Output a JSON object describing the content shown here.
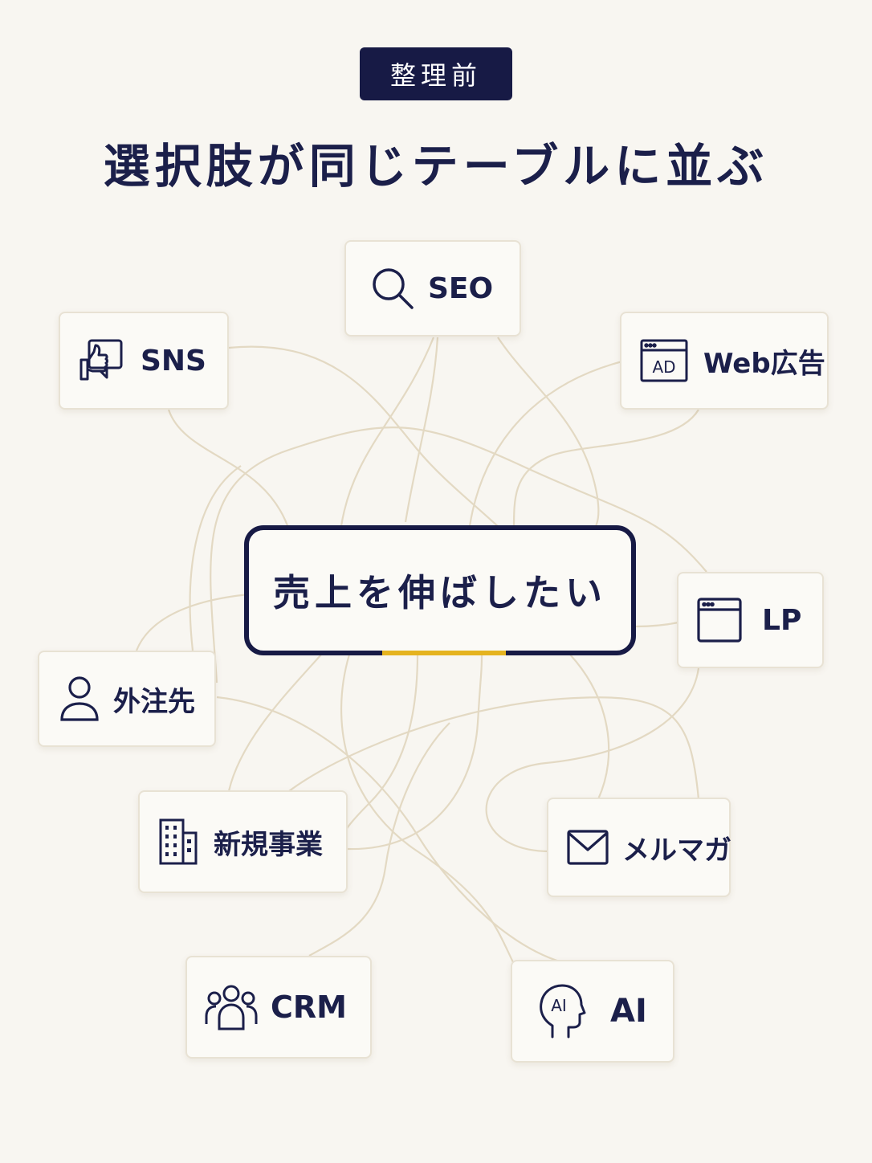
{
  "header": {
    "tag": "整理前",
    "title": "選択肢が同じテーブルに並ぶ"
  },
  "center": {
    "label": "売上を伸ばしたい",
    "accent_color": "#e5b31f"
  },
  "nodes": {
    "seo": {
      "label": "SEO",
      "icon": "search-icon"
    },
    "sns": {
      "label": "SNS",
      "icon": "thumbs-up-icon"
    },
    "web_ad": {
      "label": "Web広告",
      "icon": "ad-window-icon",
      "icon_text": "AD"
    },
    "lp": {
      "label": "LP",
      "icon": "browser-window-icon"
    },
    "outsource": {
      "label": "外注先",
      "icon": "person-icon"
    },
    "new_business": {
      "label": "新規事業",
      "icon": "building-icon"
    },
    "mail_magazine": {
      "label": "メルマガ",
      "icon": "envelope-icon"
    },
    "crm": {
      "label": "CRM",
      "icon": "people-group-icon"
    },
    "ai": {
      "label": "AI",
      "icon": "ai-head-icon",
      "icon_text": "AI"
    }
  },
  "colors": {
    "navy": "#171a45",
    "line": "#e3d9c3",
    "background": "#f8f6f1"
  }
}
